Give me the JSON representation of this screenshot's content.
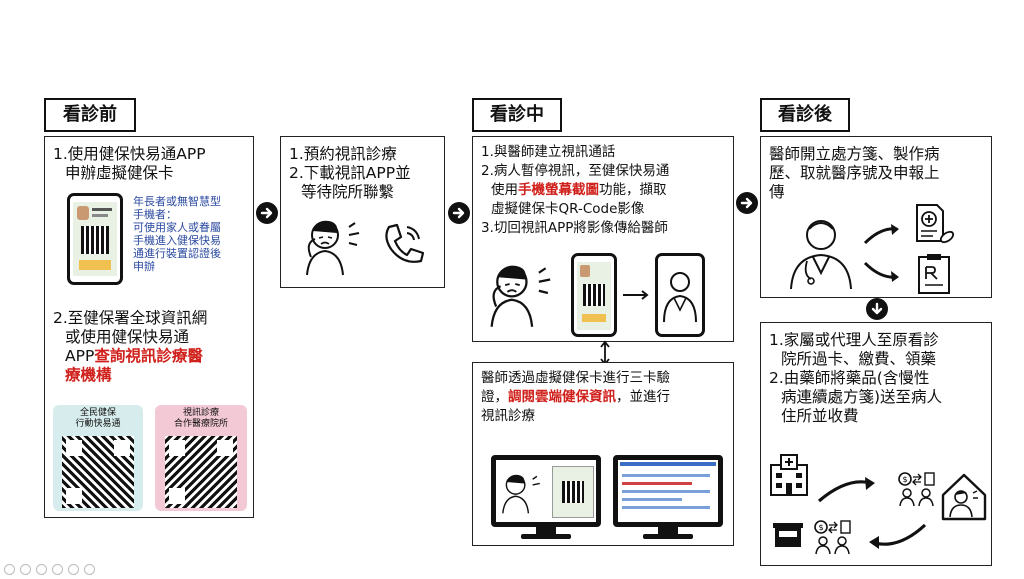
{
  "stages": {
    "before": "看診前",
    "during": "看診中",
    "after": "看診後"
  },
  "before_box": {
    "step1_line1": "1.使用健保快易通APP",
    "step1_line2": "申辦虛擬健保卡",
    "note_lines": [
      "年長者或無智慧型",
      "手機者：",
      "可使用家人或眷屬",
      "手機進入健保快易",
      "通進行裝置認證後",
      "申辦"
    ],
    "step2_line1": "2.至健保署全球資訊網",
    "step2_line2": "或使用健保快易通",
    "step2_line3_plain": "APP",
    "step2_line3_red": "查詢視訊診療醫",
    "step2_line4_red": "療機構",
    "qr1_line1": "全民健保",
    "qr1_line2": "行動快易通",
    "qr2_line1": "視訊診療",
    "qr2_line2": "合作醫療院所"
  },
  "wait_box": {
    "line1": "1.預約視訊診療",
    "line2": "2.下載視訊APP並",
    "line3": "等待院所聯繫"
  },
  "during_box": {
    "line1": "1.與醫師建立視訊通話",
    "line2": "2.病人暫停視訊，至健保快易通",
    "line3_plain1": "使用",
    "line3_red": "手機螢幕截圖",
    "line3_plain2": "功能，擷取",
    "line4": "虛擬健保卡QR-Code影像",
    "line5": "3.切回視訊APP將影像傳給醫師"
  },
  "verify_box": {
    "line1": "醫師透過虛擬健保卡進行三卡驗",
    "line2_plain1": "證，",
    "line2_red": "調閱雲端健保資訊",
    "line2_plain2": "，並進行",
    "line3": "視訊診療"
  },
  "after_box": {
    "line1": "醫師開立處方箋、製作病",
    "line2": "歷、取就醫序號及申報上",
    "line3": "傳"
  },
  "pickup_box": {
    "line1": "1.家屬或代理人至原看診",
    "line2": "院所過卡、繳費、領藥",
    "line3": "2.由藥師將藥品(含慢性",
    "line4": "病連續處方箋)送至病人",
    "line5": "住所並收費"
  },
  "colors": {
    "red": "#d0211c",
    "note_blue": "#2b4aa0",
    "qr1_bg": "#d7ecec",
    "qr2_bg": "#f4c9d6",
    "phone_screen": "#e9f1e4"
  }
}
